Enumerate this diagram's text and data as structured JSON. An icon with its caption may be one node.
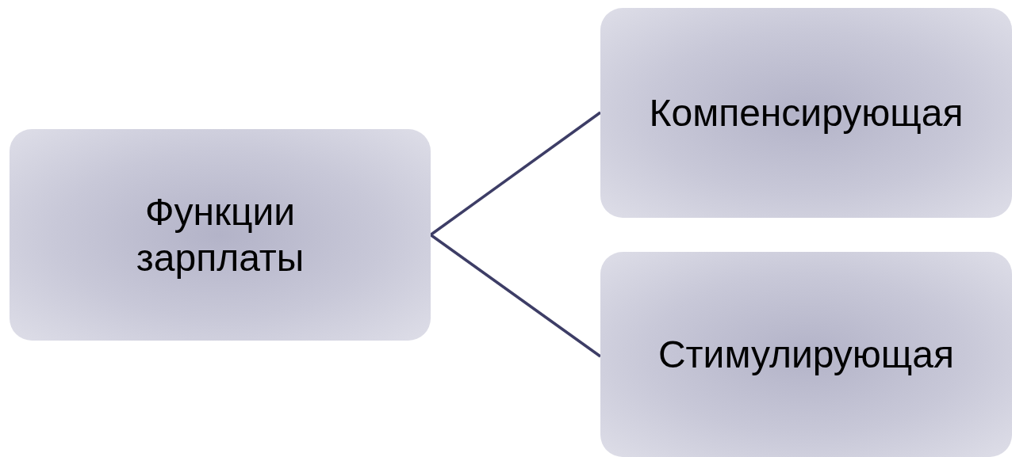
{
  "diagram": {
    "nodes": [
      {
        "text": [
          "Функции зарплаты"
        ]
      },
      {
        "text": [
          "Компенсирующая"
        ]
      },
      {
        "text": [
          "Стимулирующая"
        ]
      }
    ],
    "edges": [
      {
        "from": 0,
        "to": 1,
        "arrow": "none"
      },
      {
        "from": 0,
        "to": 2,
        "arrow": "none"
      }
    ]
  }
}
